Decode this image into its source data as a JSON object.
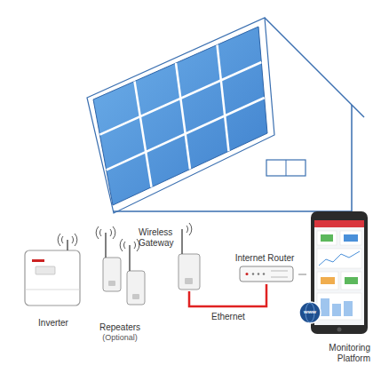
{
  "diagram": {
    "nodes": [
      {
        "text": [
          "Inverter"
        ]
      },
      {
        "text": [
          "Repeaters",
          "(Optional)"
        ]
      },
      {
        "text": [
          "Wireless Gateway"
        ]
      },
      {
        "text": [
          "Internet Router"
        ]
      },
      {
        "text": [
          "Monitoring Platform"
        ]
      }
    ],
    "edges": [
      {
        "from": 2,
        "to": 3,
        "label": "Ethernet",
        "arrow": "none"
      },
      {
        "from": 3,
        "to": 4,
        "arrow": "none"
      }
    ],
    "labels": [
      "www"
    ]
  }
}
